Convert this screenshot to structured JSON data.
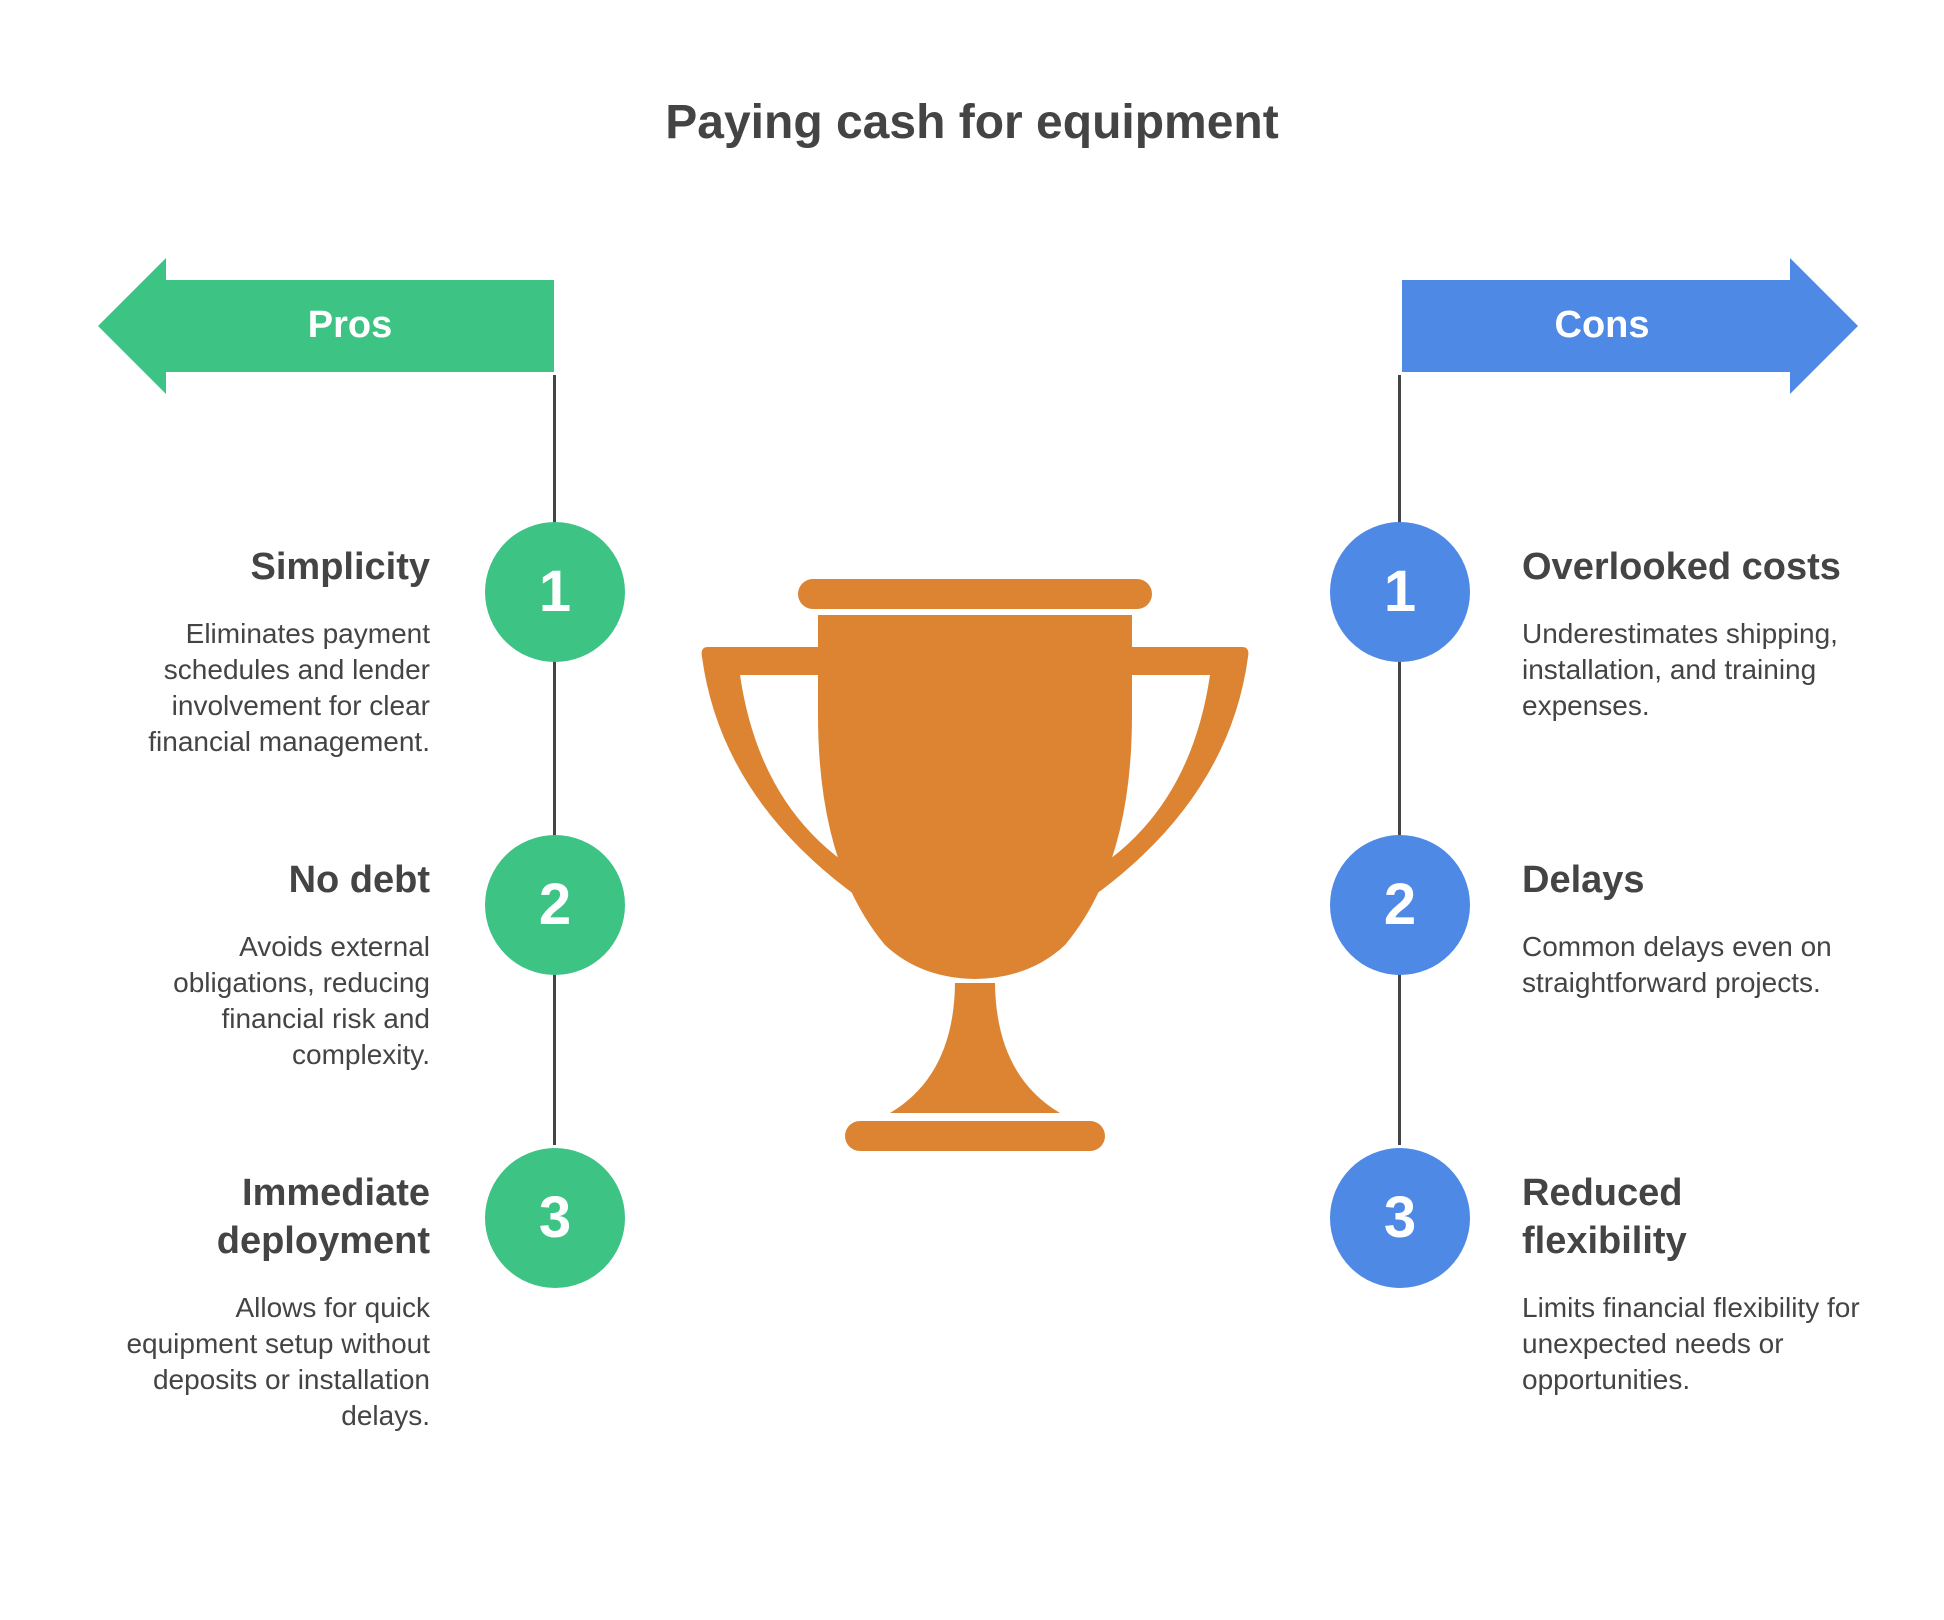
{
  "title": "Paying cash for equipment",
  "colors": {
    "pros": "#3DC384",
    "cons": "#4E89E6",
    "trophy": "#DD8433",
    "text": "#444444"
  },
  "pros": {
    "label": "Pros",
    "items": [
      {
        "number": "1",
        "title": "Simplicity",
        "description": "Eliminates payment schedules and lender involvement for clear financial management."
      },
      {
        "number": "2",
        "title": "No debt",
        "description": "Avoids external obligations, reducing financial risk and complexity."
      },
      {
        "number": "3",
        "title": "Immediate deployment",
        "description": "Allows for quick equipment setup without deposits or installation delays."
      }
    ]
  },
  "cons": {
    "label": "Cons",
    "items": [
      {
        "number": "1",
        "title": "Overlooked costs",
        "description": "Underestimates shipping, installation, and training expenses."
      },
      {
        "number": "2",
        "title": "Delays",
        "description": "Common delays even on straightforward projects."
      },
      {
        "number": "3",
        "title": "Reduced flexibility",
        "description": "Limits financial flexibility for unexpected needs or opportunities."
      }
    ]
  },
  "center_icon": "trophy-icon"
}
